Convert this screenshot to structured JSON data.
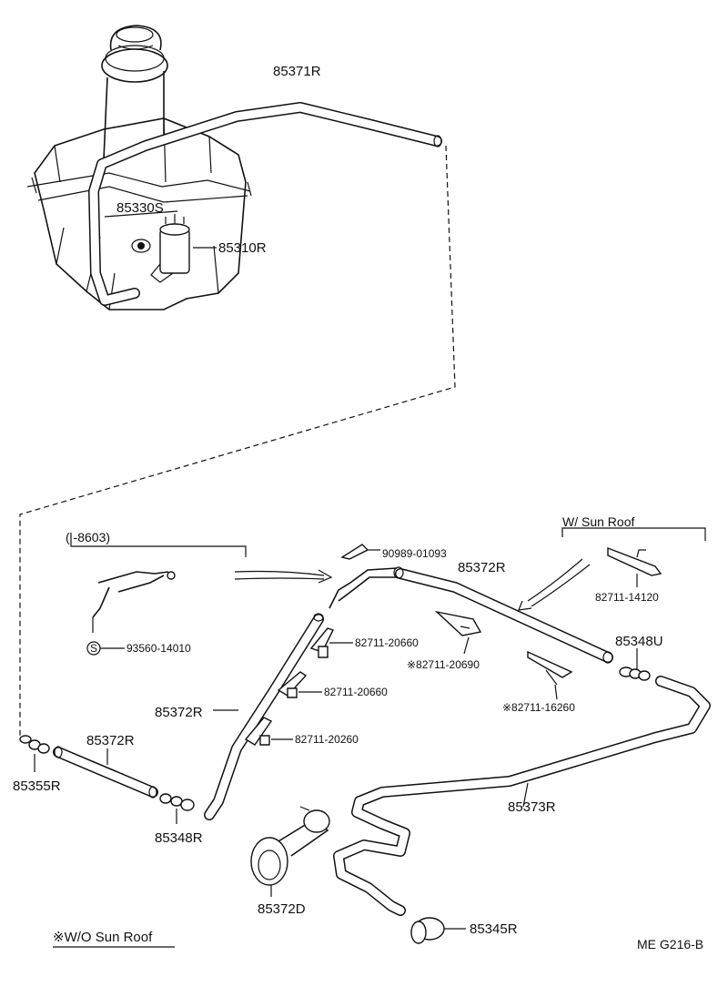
{
  "parts": {
    "p85371R": "85371R",
    "p85330S": "85330S",
    "p85310R": "85310R",
    "p8603": "(      -8603)",
    "p90989": "90989-01093",
    "p85372R_top": "85372R",
    "wsunroof": "W/ Sun Roof",
    "p82711_14120": "82711-14120",
    "p93560": "93560-14010",
    "s_mark": "S",
    "p82711_20660a": "82711-20660",
    "p82711_20690": "※82711-20690",
    "p85348U": "85348U",
    "p85372R_mid": "85372R",
    "p82711_20660b": "82711-20660",
    "p82711_16260": "※82711-16260",
    "p82711_20260": "82711-20260",
    "p85372R_left": "85372R",
    "p85355R": "85355R",
    "p85348R": "85348R",
    "p85373R": "85373R",
    "p85372D": "85372D",
    "p85345R": "85345R"
  },
  "footer": {
    "note": "※W/O Sun Roof",
    "code": "ME  G216-B"
  }
}
